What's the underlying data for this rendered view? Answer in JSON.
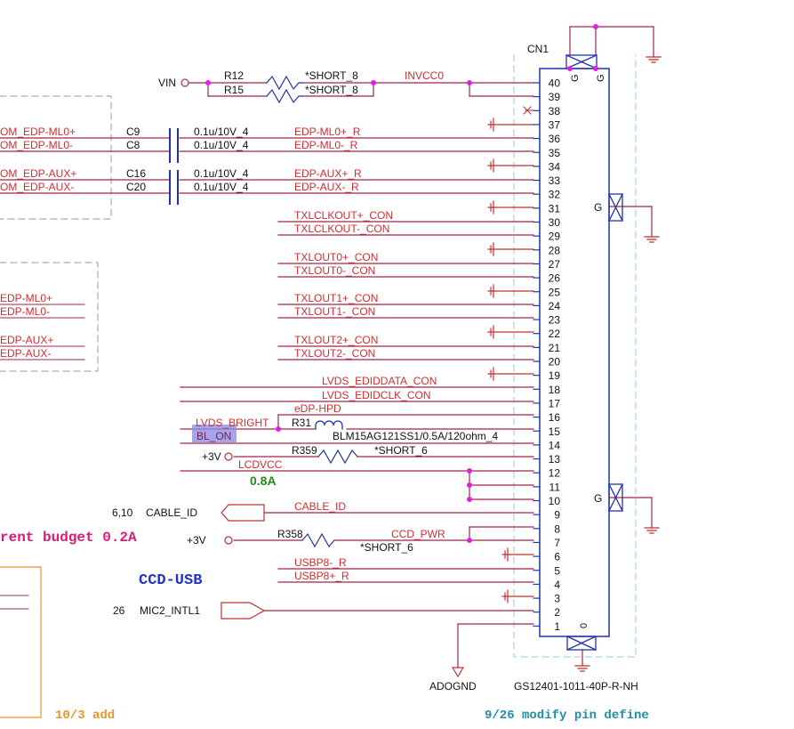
{
  "connector": {
    "ref": "CN1",
    "part": "GS12401-1011-40P-R-NH",
    "pins": [
      "40",
      "39",
      "38",
      "37",
      "36",
      "35",
      "34",
      "33",
      "32",
      "31",
      "30",
      "29",
      "28",
      "27",
      "26",
      "25",
      "24",
      "23",
      "22",
      "21",
      "20",
      "19",
      "18",
      "17",
      "16",
      "15",
      "14",
      "13",
      "12",
      "11",
      "10",
      "9",
      "8",
      "7",
      "6",
      "5",
      "4",
      "3",
      "2",
      "1"
    ],
    "g_top_1": "G",
    "g_top_2": "G",
    "g_side_1": "G",
    "g_side_2": "G",
    "g_bottom": "0"
  },
  "power": {
    "vin": "VIN",
    "invcc": "INVCC0",
    "r12": "R12",
    "r15": "R15",
    "short8a": "*SHORT_8",
    "short8b": "*SHORT_8"
  },
  "left_box1": {
    "a": "OM_EDP-ML0+",
    "b": "OM_EDP-ML0-",
    "c": "OM_EDP-AUX+",
    "d": "OM_EDP-AUX-"
  },
  "left_box2": {
    "a": "EDP-ML0+",
    "b": "EDP-ML0-",
    "c": "EDP-AUX+",
    "d": "EDP-AUX-"
  },
  "caps": {
    "c9": "C9",
    "c8": "C8",
    "c16": "C16",
    "c20": "C20",
    "v1": "0.1u/10V_4",
    "v2": "0.1u/10V_4",
    "v3": "0.1u/10V_4",
    "v4": "0.1u/10V_4"
  },
  "nets": {
    "n36": "EDP-ML0+_R",
    "n35": "EDP-ML0-_R",
    "n33": "EDP-AUX+_R",
    "n32": "EDP-AUX-_R",
    "n30": "TXLCLKOUT+_CON",
    "n29": "TXLCLKOUT-_CON",
    "n27": "TXLOUT0+_CON",
    "n26": "TXLOUT0-_CON",
    "n24": "TXLOUT1+_CON",
    "n23": "TXLOUT1-_CON",
    "n21": "TXLOUT2+_CON",
    "n20": "TXLOUT2-_CON",
    "n18": "LVDS_EDIDDATA_CON",
    "n17": "LVDS_EDIDCLK_CON",
    "n16": "eDP-HPD",
    "lvds_bright": "LVDS_BRIGHT",
    "bl_on": "BL_ON",
    "r31": "R31",
    "bead": "BLM15AG121SS1/0.5A/120ohm_4",
    "r359": "R359",
    "short6a": "*SHORT_6",
    "p3v_a": "+3V",
    "lcdvcc": "LCDVCC",
    "current_08": "0.8A",
    "cable_ref": "6,10",
    "cable_id_label": "CABLE_ID",
    "cable_id_net": "CABLE_ID",
    "budget": "rent budget 0.2A",
    "p3v_b": "+3V",
    "r358": "R358",
    "ccd_pwr": "CCD_PWR",
    "short6b": "*SHORT_6",
    "ccd_usb": "CCD-USB",
    "usbp8m": "USBP8-_R",
    "usbp8p": "USBP8+_R",
    "mic_ref": "26",
    "mic": "MIC2_INTL1",
    "adognd": "ADOGND"
  },
  "notes": {
    "add": "10/3 add",
    "modify": "9/26 modify pin define"
  },
  "colors": {
    "wire": "#a0254e",
    "text_red": "#d22d2d",
    "body_blue": "#2233aa",
    "junction": "#e020e0",
    "ground": "#c03030",
    "green": "#1f8a1f",
    "pink": "#d81b78",
    "orange": "#e8952a",
    "teal": "#1f8fa8",
    "highlight": "#8f8fe8"
  }
}
